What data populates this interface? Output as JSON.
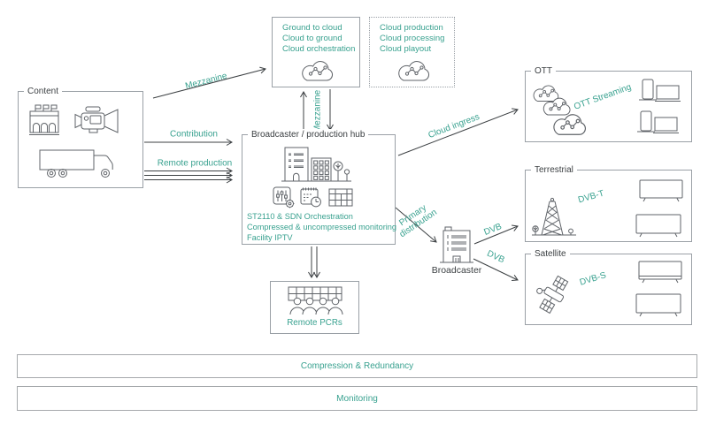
{
  "colors": {
    "teal_accent": "#38a18f",
    "ink": "#3c4043",
    "box_border": "#9aa0a6",
    "icon_stroke": "#5f6368"
  },
  "content": {
    "title": "Content"
  },
  "cloud_box": {
    "lines": [
      "Ground to cloud",
      "Cloud to ground",
      "Cloud orchestration"
    ]
  },
  "cloud_dotted_box": {
    "lines": [
      "Cloud production",
      "Cloud processing",
      "Cloud playout"
    ]
  },
  "hub": {
    "title": "Broadcaster / production hub",
    "lines": [
      "ST2110 & SDN Orchestration",
      "Compressed & uncompressed monitoring",
      "Facility IPTV"
    ]
  },
  "remote_pcrs": {
    "label": "Remote PCRs"
  },
  "broadcaster": {
    "label": "Broadcaster"
  },
  "ott": {
    "title": "OTT",
    "streaming_label": "OTT Streaming"
  },
  "terrestrial": {
    "title": "Terrestrial",
    "link_label": "DVB-T"
  },
  "satellite": {
    "title": "Satellite",
    "link_label": "DVB-S"
  },
  "flows": {
    "mezzanine_content_to_cloud": "Mezzanine",
    "mezzanine_cloud_hub": "Mezzanine",
    "contribution": "Contribution",
    "remote_production": "Remote production",
    "cloud_ingress": "Cloud ingress",
    "primary_distribution": "Primary distribution",
    "dvb_to_terrestrial": "DVB",
    "dvb_to_satellite": "DVB"
  },
  "bars": [
    {
      "label": "Compression & Redundancy"
    },
    {
      "label": "Monitoring"
    }
  ]
}
